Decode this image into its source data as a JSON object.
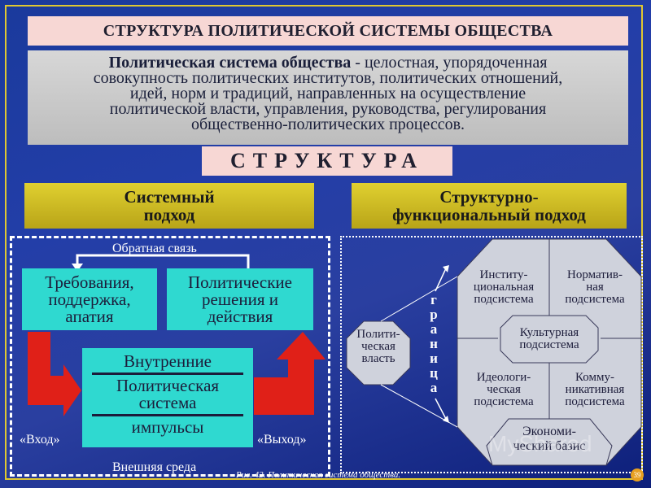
{
  "title": "СТРУКТУРА ПОЛИТИЧЕСКОЙ СИСТЕМЫ ОБЩЕСТВА",
  "definition": {
    "term": "Политическая система общества",
    "lines": [
      " - целостная, упорядоченная",
      "совокупность политических институтов, политических отношений,",
      "идей, норм и традиций, направленных на осуществление",
      "политической власти, управления, руководства, регулирования",
      "общественно-политических процессов."
    ]
  },
  "structure_label": "СТРУКТУРА",
  "systemic": {
    "heading_line1": "Системный",
    "heading_line2": "подход",
    "feedback": "Обратная связь",
    "demands": [
      "Требования,",
      "поддержка,",
      "апатия"
    ],
    "decisions": [
      "Политические",
      "решения и",
      "действия"
    ],
    "center_top": "Внутренние",
    "center_mid1": "Политическая",
    "center_mid2": "система",
    "center_bottom": "импульсы",
    "input": "«Вход»",
    "output": "«Выход»",
    "environment": "Внешняя среда"
  },
  "functional": {
    "heading_line1": "Структурно-",
    "heading_line2": "функциональный подход",
    "power": [
      "Полити-",
      "ческая",
      "власть"
    ],
    "border_word": [
      "г",
      "р",
      "а",
      "н",
      "и",
      "ц",
      "а"
    ],
    "institutional": [
      "Институ-",
      "циональная",
      "подсистема"
    ],
    "normative": [
      "Норматив-",
      "ная",
      "подсистема"
    ],
    "cultural": [
      "Культурная",
      "подсистема"
    ],
    "ideological": [
      "Идеологи-",
      "ческая",
      "подсистема"
    ],
    "communicative": [
      "Комму-",
      "никативная",
      "подсистема"
    ],
    "economic": [
      "Экономи-",
      "ческий базис"
    ]
  },
  "caption": "Рис. 42. Политическая система общества.",
  "page_number": "39",
  "watermark": "MyShared",
  "colors": {
    "background": "#233ea8",
    "title_bg": "#f7d7d4",
    "approach_bg": "#d4c328",
    "cyan": "#2fd9d0",
    "octagon": "#cfd2dc",
    "arrow_red": "#e02018"
  }
}
